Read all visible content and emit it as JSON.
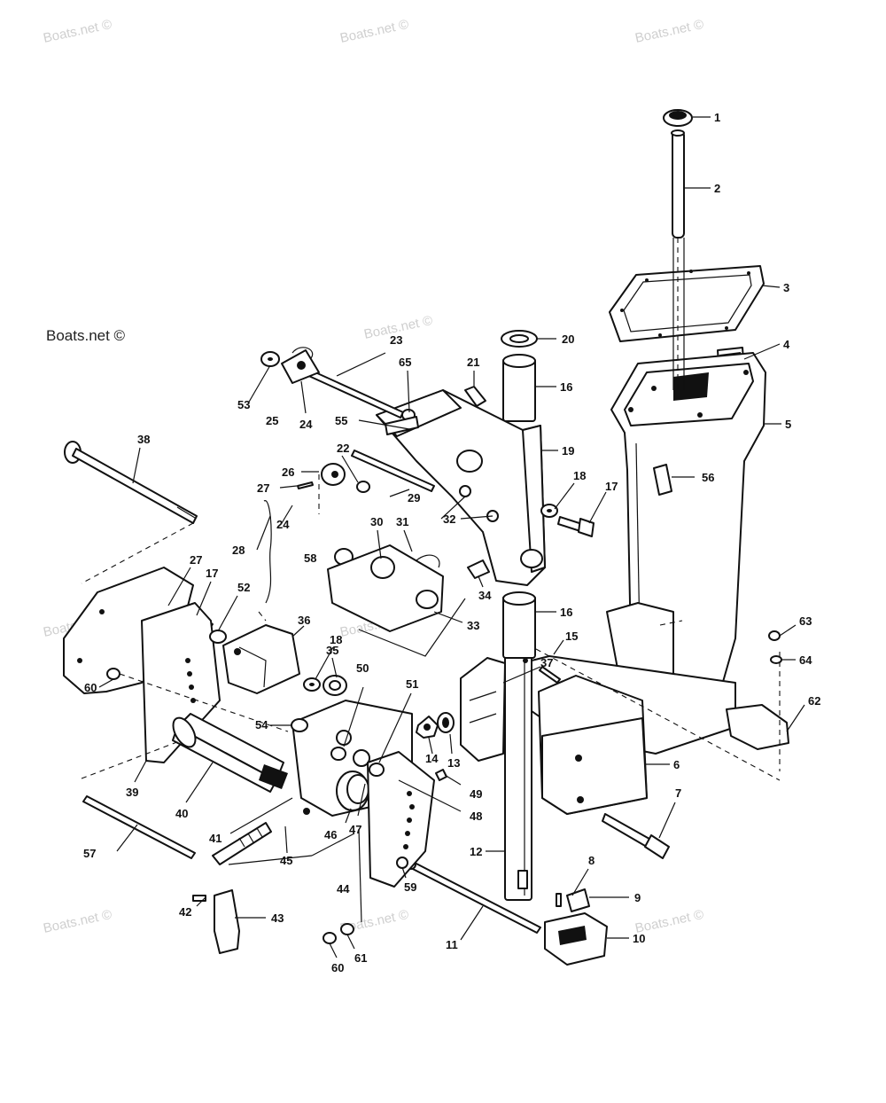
{
  "watermark": "Boats.net ©",
  "callouts": {
    "c1": "1",
    "c2": "2",
    "c3": "3",
    "c4": "4",
    "c5": "5",
    "c6": "6",
    "c7": "7",
    "c8": "8",
    "c9": "9",
    "c10": "10",
    "c11": "11",
    "c12": "12",
    "c13": "13",
    "c14": "14",
    "c15": "15",
    "c16a": "16",
    "c16b": "16",
    "c17a": "17",
    "c17b": "17",
    "c18a": "18",
    "c18b": "18",
    "c19": "19",
    "c20": "20",
    "c21": "21",
    "c22": "22",
    "c23": "23",
    "c24a": "24",
    "c24b": "24",
    "c25": "25",
    "c26": "26",
    "c27a": "27",
    "c27b": "27",
    "c28": "28",
    "c29": "29",
    "c30": "30",
    "c31": "31",
    "c32": "32",
    "c33": "33",
    "c34": "34",
    "c35": "35",
    "c36": "36",
    "c37": "37",
    "c38": "38",
    "c39": "39",
    "c40": "40",
    "c41": "41",
    "c42": "42",
    "c43": "43",
    "c44": "44",
    "c45": "45",
    "c46": "46",
    "c47": "47",
    "c48": "48",
    "c49": "49",
    "c50": "50",
    "c51": "51",
    "c52": "52",
    "c53": "53",
    "c54": "54",
    "c55": "55",
    "c56": "56",
    "c57": "57",
    "c58": "58",
    "c59": "59",
    "c60a": "60",
    "c60b": "60",
    "c61": "61",
    "c62": "62",
    "c63": "63",
    "c64": "64",
    "c65": "65"
  }
}
